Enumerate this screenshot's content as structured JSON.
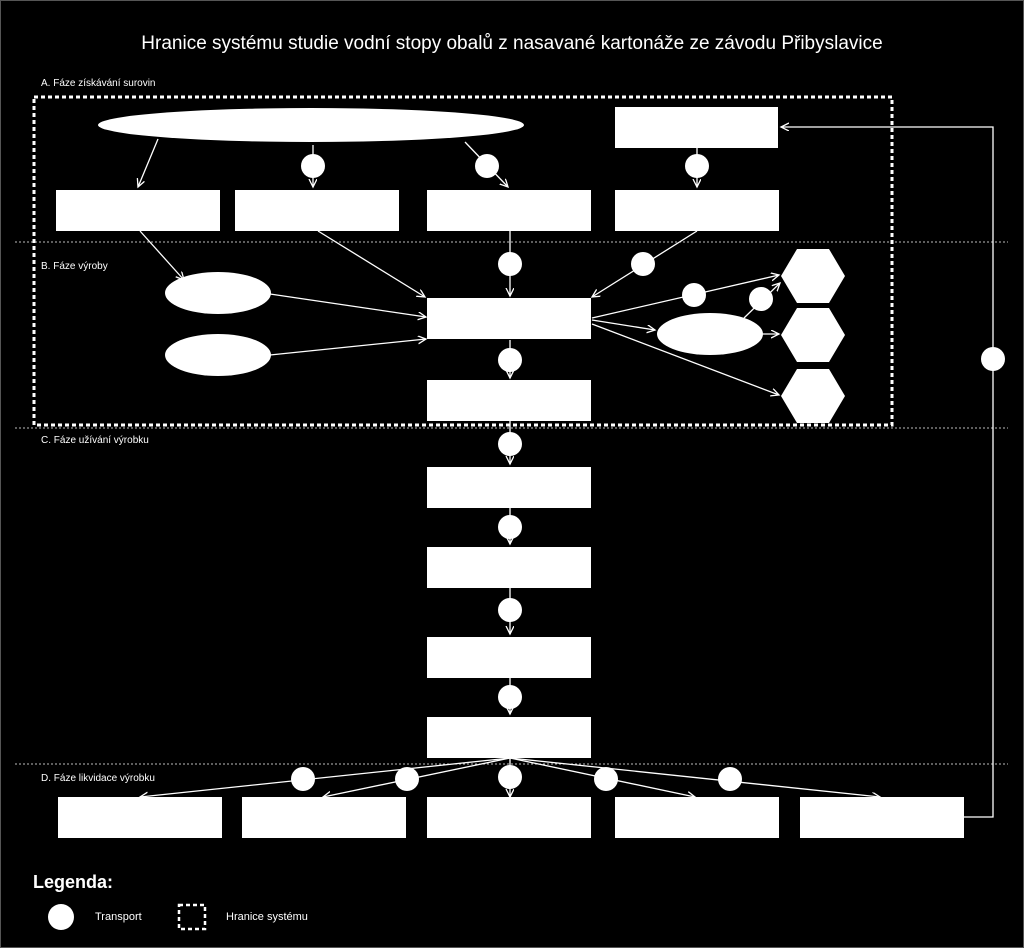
{
  "title": "Hranice systému studie vodní stopy obalů z nasavané kartonáže ze závodu Přibyslavice",
  "phases": {
    "a": "A. Fáze získávání surovin",
    "b": "B. Fáze výroby",
    "c": "C. Fáze užívání výrobku",
    "d": "D. Fáze likvidace výrobku"
  },
  "legend": {
    "title": "Legenda:",
    "transport": "Transport",
    "boundary": "Hranice systému"
  },
  "colors": {
    "background": "#000000",
    "shapes": "#ffffff",
    "lines": "#ffffff"
  }
}
